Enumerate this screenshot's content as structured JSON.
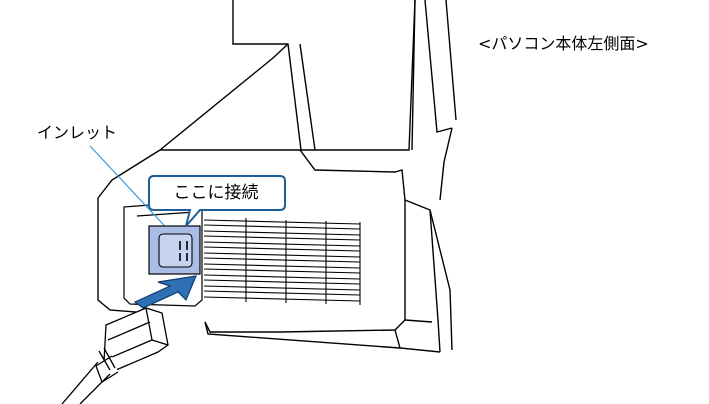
{
  "caption": "<パソコン本体左側面>",
  "labels": {
    "inlet": "インレット",
    "callout": "ここに接続"
  },
  "colors": {
    "outline": "#000000",
    "leader_line": "#3a9ad9",
    "callout_border": "#1f5f99",
    "inlet_fill": "#a9bde6",
    "arrow_fill": "#2f6fb3",
    "arrow_stroke": "#0f3d70",
    "background": "#ffffff"
  },
  "icons": {
    "arrow": "insert-arrow-icon",
    "plug": "power-plug-icon",
    "inlet": "power-inlet-icon"
  }
}
